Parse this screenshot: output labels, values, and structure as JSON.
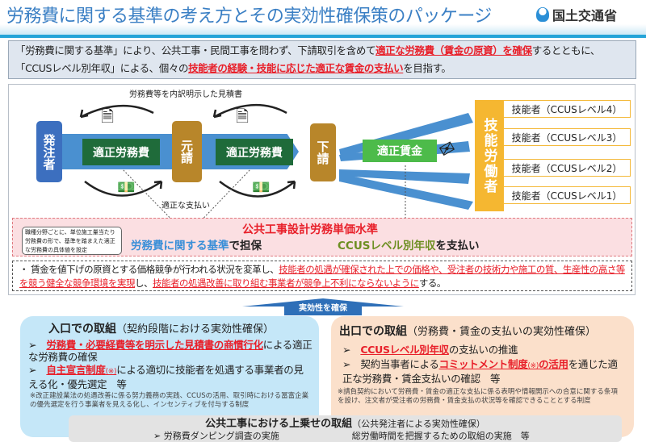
{
  "header": {
    "title": "労務費に関する基準の考え方とその実効性確保策のパッケージ",
    "logo": "国土交通省"
  },
  "intro": {
    "p1": "「労務費に関する基準」により、公共工事・民間工事を問わず、下請取引を含めて",
    "r1": "適正な労務費（賃金の原資）を確保",
    "p2": "するとともに、「CCUSレベル別年収」による、個々の",
    "r2": "技能者の経験・技能に応じた適正な賃金の支払い",
    "p3": "を目指す。"
  },
  "diagram": {
    "estimate_label": "労務費等を内訳明示した見積書",
    "orderer": "発注者",
    "prime": "元請",
    "sub": "下請",
    "fee1": "適正労務費",
    "fee2": "適正労務費",
    "wage": "適正賃金",
    "payment_label": "適正な支払い",
    "workers": "技能労働者",
    "levels": [
      "技能者（CCUSレベル4）",
      "技能者（CCUSレベル3）",
      "技能者（CCUSレベル2）",
      "技能者（CCUSレベル1）"
    ],
    "pink_title": "公共工事設計労務単価水準",
    "callout": "職種分野ごとに、単位施工量当たり労務費の形で、基準を踏まえた適正な労務費の具体値を設定",
    "std_blue": "労務費に関する基準",
    "std_tail": "で担保",
    "ccus_green": "CCUSレベル別年収",
    "ccus_tail": "を支払い",
    "bullet_p1": "・ 賃金を値下げの原資とする価格競争が行われる状況を変革し、",
    "bullet_r1": "技能者の処遇が確保された上での価格や、受注者の技術力や施工の質、生産性の高さ等を競う健全な競争環境を実現",
    "bullet_p2": "し、",
    "bullet_r2": "技能者の処遇改善に取り組む事業者が競争上不利にならないように",
    "bullet_p3": "する。"
  },
  "effect_arrow": "実効性を確保",
  "left_panel": {
    "title": "入口での取組",
    "sub": "（契約段階における実効性確保）",
    "i1_red": "労務費・必要経費等を明示した見積書の商慣行化",
    "i1_tail": "による適正な労務費の確保",
    "i2_red": "自主宣言制度",
    "i2_mark": "(※)",
    "i2_tail": "による適切に技能者を処遇する事業者の見える化・優先選定　等",
    "note": "※改正建設業法の処遇改善に係る努力義務の実践、CCUSの活用、取引時における冨富企業の優先選定を行う事業者を見える化し、インセンティブを付与する制度"
  },
  "right_panel": {
    "title": "出口での取組",
    "sub": "（労務費・賃金の支払いの実効性確保）",
    "i1_red": "CCUSレベル別年収",
    "i1_tail": "の支払いの推進",
    "i2_pre": "契約当事者による",
    "i2_red": "コミットメント制度",
    "i2_mark": "(※)",
    "i2_red2": "の活用",
    "i2_tail": "を通じた適正な労務費・賃金支払いの確認　等",
    "note": "※請負契約において労務費・賃金の適正な支払に係る表明や情報開示への合意に関する条項を設け、注文者が受注者の労務費・賃金支払の状況等を確認できることとする制度"
  },
  "bottom_panel": {
    "title": "公共工事における上乗せの取組",
    "sub": "（公共発注者による実効性確保）",
    "i1": "労務費ダンピング調査の実施",
    "i2": "総労働時間を把握するための取組の実施　等"
  },
  "colors": {
    "title": "#3a7fc4",
    "red": "#e8202a",
    "gold": "#b8862a",
    "blue": "#3c6fbf",
    "green": "#1f6b3a"
  }
}
